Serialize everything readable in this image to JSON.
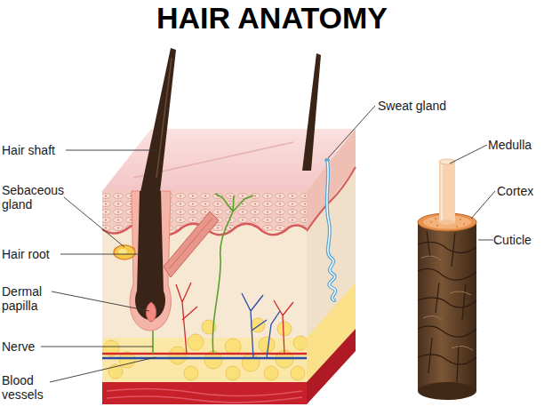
{
  "diagram": {
    "title": "HAIR ANATOMY",
    "labels": [
      "Hair shaft",
      "Sebaceous gland",
      "Hair root",
      "Dermal papilla",
      "Nerve",
      "Blood vessels",
      "Sweat gland",
      "Medulla",
      "Cortex",
      "Cuticle"
    ]
  }
}
